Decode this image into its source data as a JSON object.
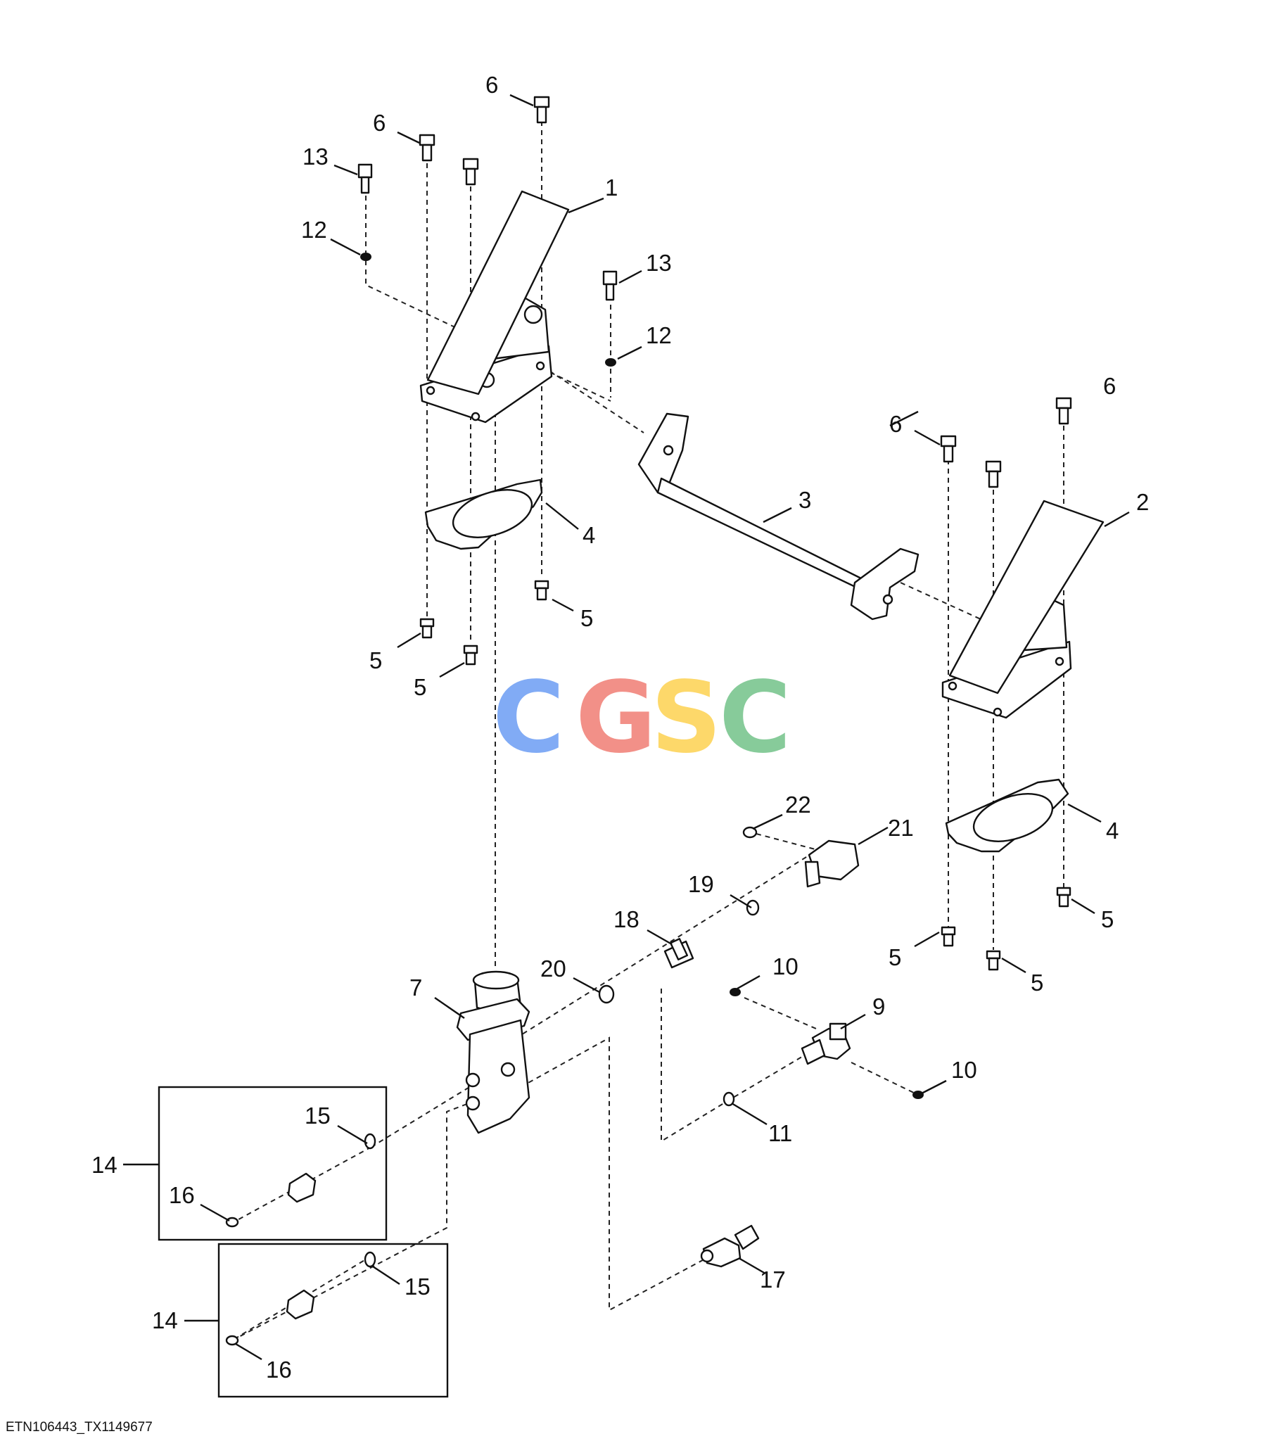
{
  "figure_id": "ETN106443_TX1149677",
  "watermark": {
    "letters": [
      "C",
      "G",
      "S",
      "C"
    ],
    "colors": [
      "#7BA7F5",
      "#F28B82",
      "#FDD663",
      "#81C995"
    ]
  },
  "callouts": {
    "c1": "1",
    "c2": "2",
    "c3": "3",
    "c4a": "4",
    "c4b": "4",
    "c5a": "5",
    "c5b": "5",
    "c5c": "5",
    "c5d": "5",
    "c5e": "5",
    "c5f": "5",
    "c6a": "6",
    "c6b": "6",
    "c6c": "6",
    "c6d": "6",
    "c7": "7",
    "c9": "9",
    "c10a": "10",
    "c10b": "10",
    "c11": "11",
    "c12a": "12",
    "c12b": "12",
    "c13a": "13",
    "c13b": "13",
    "c14a": "14",
    "c14b": "14",
    "c15a": "15",
    "c15b": "15",
    "c16a": "16",
    "c16b": "16",
    "c17": "17",
    "c18": "18",
    "c19": "19",
    "c20": "20",
    "c21": "21",
    "c22": "22"
  }
}
